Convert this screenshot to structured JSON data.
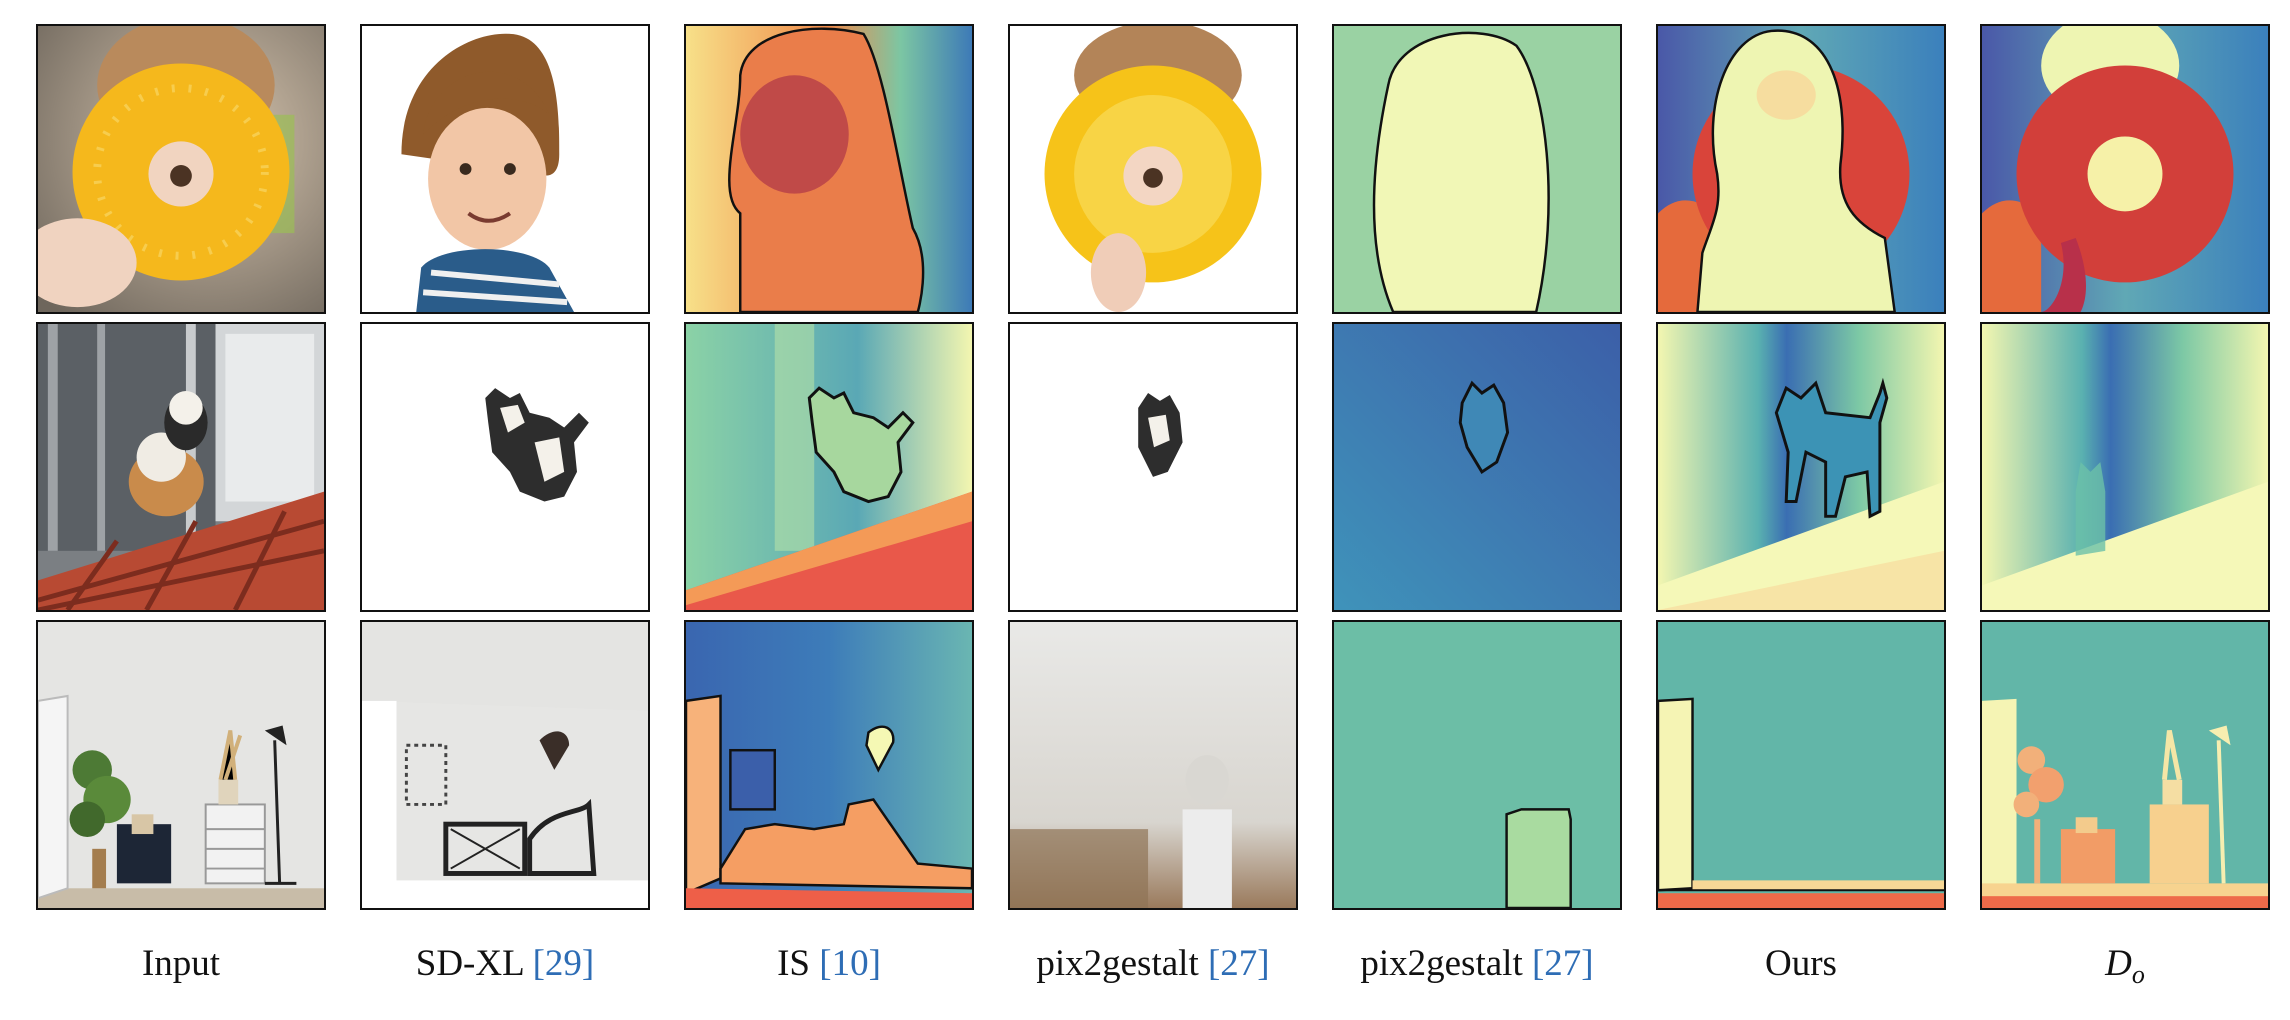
{
  "columns": [
    {
      "label": "Input",
      "cite": ""
    },
    {
      "label": "SD-XL",
      "cite": "[29]"
    },
    {
      "label": "IS",
      "cite": "[10]"
    },
    {
      "label": "pix2gestalt",
      "cite": "[27]"
    },
    {
      "label": "pix2gestalt",
      "cite": "[27]"
    },
    {
      "label": "Ours",
      "cite": ""
    },
    {
      "label": "D",
      "sub": "o"
    }
  ],
  "colors": {
    "cite": "#2e6db5",
    "depth_yellow": "#f4f8b0",
    "depth_green": "#8fd0a2",
    "depth_blue": "#3d78b6",
    "depth_red": "#d9443a"
  }
}
